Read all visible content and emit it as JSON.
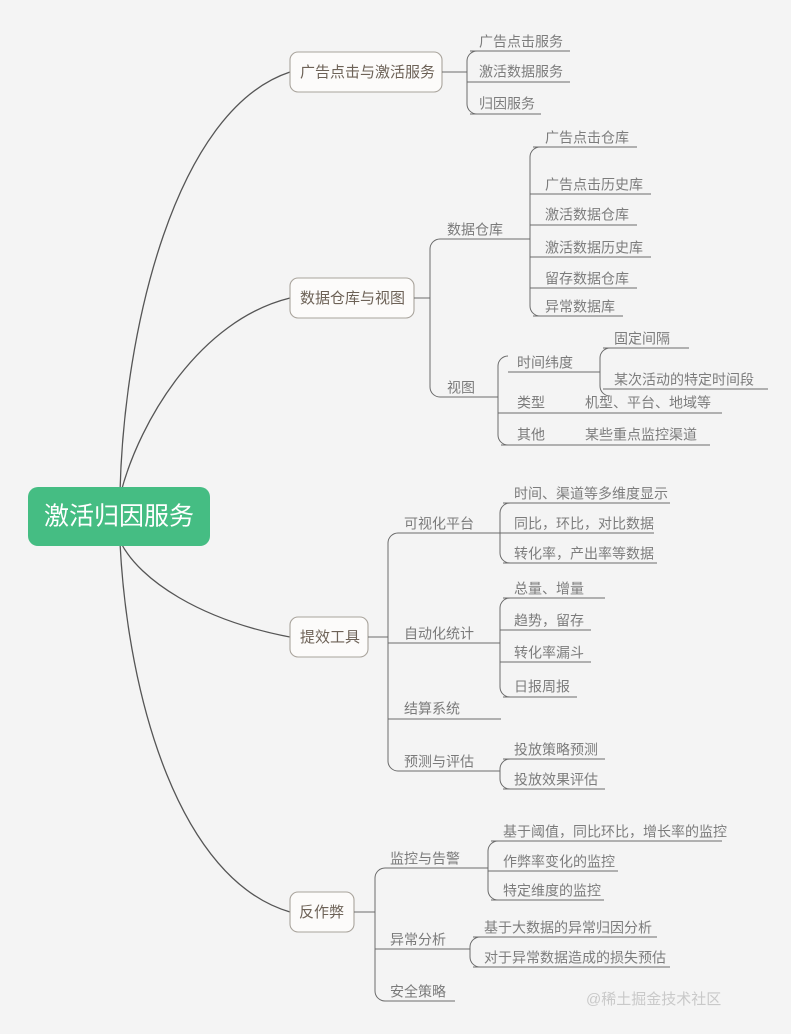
{
  "diagram": {
    "type": "mindmap",
    "background_color": "#f4f4f4",
    "root": {
      "label": "激活归因服务",
      "fill_color": "#45bd83",
      "text_color": "#ffffff"
    },
    "watermark": "@稀土掘金技术社区",
    "branches": [
      {
        "label": "广告点击与激活服务",
        "children": [
          {
            "label": "广告点击服务",
            "children": []
          },
          {
            "label": "激活数据服务",
            "children": []
          },
          {
            "label": "归因服务",
            "children": []
          }
        ]
      },
      {
        "label": "数据仓库与视图",
        "children": [
          {
            "label": "数据仓库",
            "children": [
              {
                "label": "广告点击仓库"
              },
              {
                "label": "广告点击历史库"
              },
              {
                "label": "激活数据仓库"
              },
              {
                "label": "激活数据历史库"
              },
              {
                "label": "留存数据仓库"
              },
              {
                "label": "异常数据库"
              }
            ]
          },
          {
            "label": "视图",
            "children": [
              {
                "label": "时间纬度",
                "leaves": [
                  "固定间隔",
                  "某次活动的特定时间段"
                ]
              },
              {
                "label": "类型",
                "leaves": [
                  "机型、平台、地域等"
                ]
              },
              {
                "label": "其他",
                "leaves": [
                  "某些重点监控渠道"
                ]
              }
            ]
          }
        ]
      },
      {
        "label": "提效工具",
        "children": [
          {
            "label": "可视化平台",
            "children": [
              {
                "label": "时间、渠道等多维度显示"
              },
              {
                "label": "同比，环比，对比数据"
              },
              {
                "label": "转化率，产出率等数据"
              }
            ]
          },
          {
            "label": "自动化统计",
            "children": [
              {
                "label": "总量、增量"
              },
              {
                "label": "趋势，留存"
              },
              {
                "label": "转化率漏斗"
              },
              {
                "label": "日报周报"
              }
            ]
          },
          {
            "label": "结算系统",
            "children": []
          },
          {
            "label": "预测与评估",
            "children": [
              {
                "label": "投放策略预测"
              },
              {
                "label": "投放效果评估"
              }
            ]
          }
        ]
      },
      {
        "label": "反作弊",
        "children": [
          {
            "label": "监控与告警",
            "children": [
              {
                "label": "基于阈值，同比环比，增长率的监控"
              },
              {
                "label": "作弊率变化的监控"
              },
              {
                "label": "特定维度的监控"
              }
            ]
          },
          {
            "label": "异常分析",
            "children": [
              {
                "label": "基于大数据的异常归因分析"
              },
              {
                "label": "对于异常数据造成的损失预估"
              }
            ]
          },
          {
            "label": "安全策略",
            "children": []
          }
        ]
      }
    ]
  }
}
